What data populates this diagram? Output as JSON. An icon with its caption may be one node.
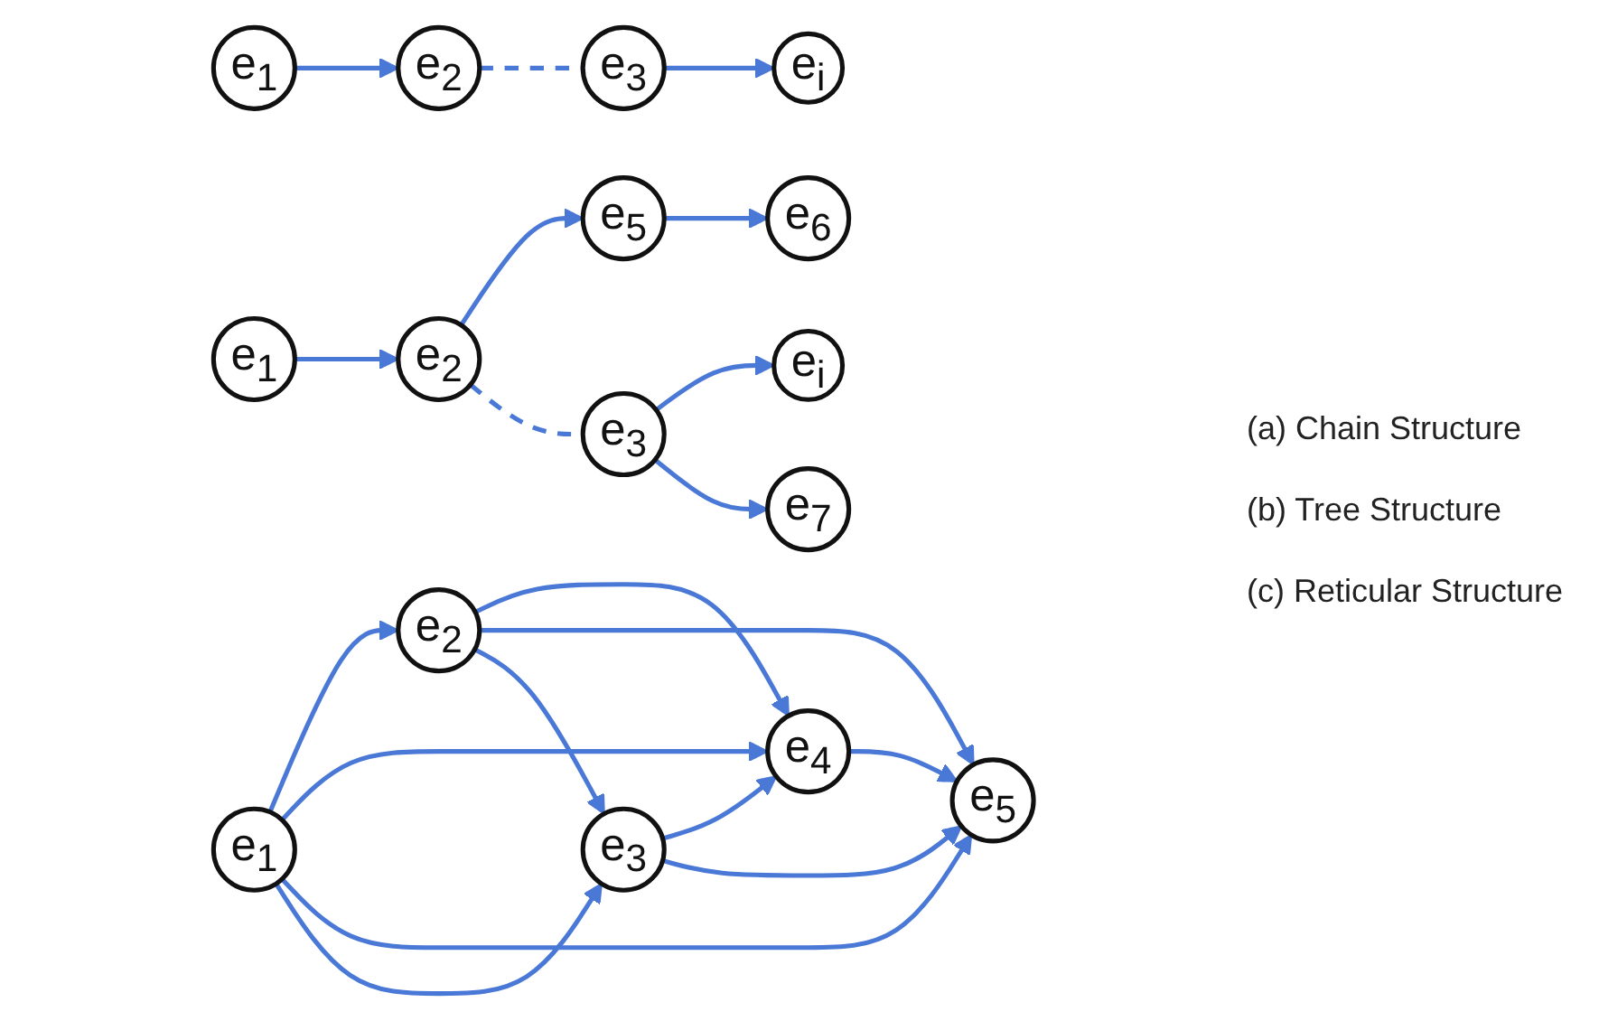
{
  "diagram": {
    "nodes": [
      {
        "text": [
          "e$_{1}$"
        ]
      },
      {
        "text": [
          "e$_{2}$"
        ]
      },
      {
        "text": [
          "e$_{3}$"
        ]
      },
      {
        "text": [
          "e$_{i}$"
        ]
      },
      {
        "text": [
          "e$_{1}$"
        ]
      },
      {
        "text": [
          "e$_{2}$"
        ]
      },
      {
        "text": [
          "e$_{5}$"
        ]
      },
      {
        "text": [
          "e$_{6}$"
        ]
      },
      {
        "text": [
          "e$_{3}$"
        ]
      },
      {
        "text": [
          "e$_{i}$"
        ]
      },
      {
        "text": [
          "e$_{7}$"
        ]
      },
      {
        "text": [
          "e$_{1}$"
        ]
      },
      {
        "text": [
          "e$_{2}$"
        ]
      },
      {
        "text": [
          "e$_{3}$"
        ]
      },
      {
        "text": [
          "e$_{4}$"
        ]
      },
      {
        "text": [
          "e$_{5}$"
        ]
      }
    ],
    "edges": [
      {
        "from": 0,
        "to": 1,
        "arrow": "to"
      },
      {
        "from": 1,
        "to": 2,
        "arrow": "none",
        "style": "dashed"
      },
      {
        "from": 2,
        "to": 3,
        "arrow": "to"
      },
      {
        "from": 4,
        "to": 5,
        "arrow": "to"
      },
      {
        "from": 5,
        "to": 6,
        "arrow": "to"
      },
      {
        "from": 6,
        "to": 7,
        "arrow": "to"
      },
      {
        "from": 5,
        "to": 8,
        "arrow": "none",
        "style": "dashed"
      },
      {
        "from": 8,
        "to": 9,
        "arrow": "to"
      },
      {
        "from": 8,
        "to": 10,
        "arrow": "to"
      },
      {
        "from": 11,
        "to": 12,
        "arrow": "to"
      },
      {
        "from": 11,
        "to": 14,
        "arrow": "to"
      },
      {
        "from": 11,
        "to": 15,
        "arrow": "to"
      },
      {
        "from": 11,
        "to": 13,
        "arrow": "to"
      },
      {
        "from": 12,
        "to": 14,
        "arrow": "to"
      },
      {
        "from": 12,
        "to": 15,
        "arrow": "to"
      },
      {
        "from": 12,
        "to": 13,
        "arrow": "to"
      },
      {
        "from": 13,
        "to": 14,
        "arrow": "to"
      },
      {
        "from": 13,
        "to": 15,
        "arrow": "to"
      },
      {
        "from": 14,
        "to": 15,
        "arrow": "to"
      }
    ],
    "labels": [
      "(a) Chain Structure",
      "(b) Tree Structure",
      "(c) Reticular Structure"
    ]
  }
}
